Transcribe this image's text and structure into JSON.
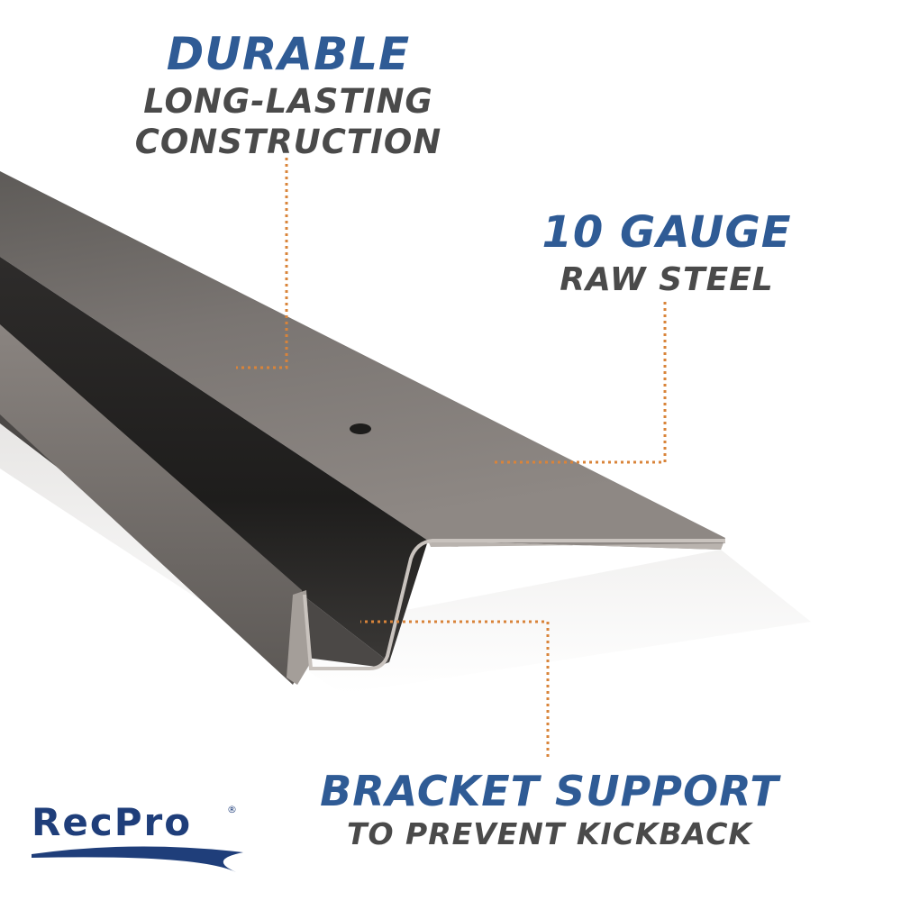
{
  "callouts": {
    "durable": {
      "headline": "DURABLE",
      "lines": [
        "LONG-LASTING",
        "CONSTRUCTION"
      ]
    },
    "gauge": {
      "headline": "10 GAUGE",
      "lines": [
        "RAW STEEL"
      ]
    },
    "bracket": {
      "headline": "BRACKET SUPPORT",
      "lines": [
        "TO PREVENT KICKBACK"
      ]
    }
  },
  "logo": {
    "text": "RecPro",
    "registered_mark": "®"
  },
  "colors": {
    "headline": "#2f5b95",
    "subline": "#4a4a4a",
    "leader_line": "#d9843a",
    "logo": "#1f3e7a",
    "steel": "#6d6a67"
  }
}
